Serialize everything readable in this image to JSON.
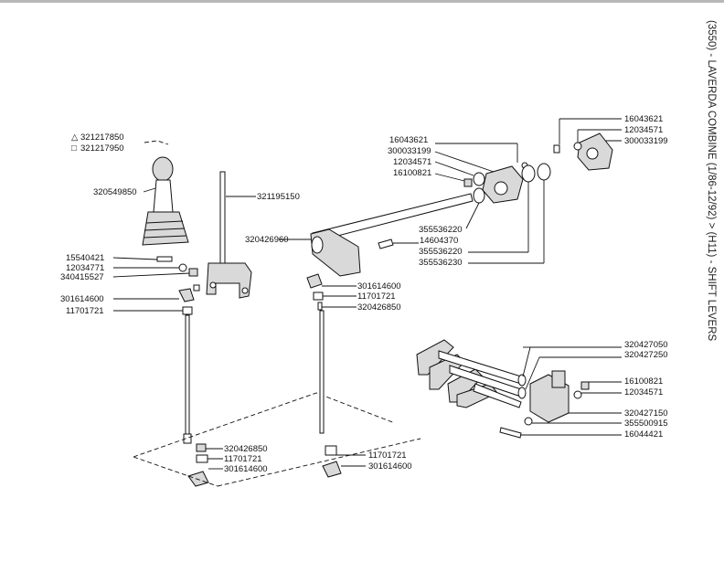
{
  "page": {
    "title": "(3550) - LAVERDA COMBINE (1/86-12/92) > (H11) - SHIFT LEVERS"
  },
  "legend": {
    "triangle_symbol": "△",
    "square_symbol": "□",
    "triangle_part": "321217850",
    "square_part": "321217950"
  },
  "parts": {
    "knob": "320549850",
    "main_lever": "321195150",
    "bolt_left": "15540421",
    "washer_left": "12034771",
    "nut_left": "340415527",
    "balljoint_left_top": "301614600",
    "nut_left_top": "11701721",
    "rod_end_left": "320426850",
    "nut_left_bottom": "11701721",
    "balljoint_left_bottom": "301614600",
    "shaft_lever": "320426960",
    "balljoint_mid_top": "301614600",
    "nut_mid_top": "11701721",
    "rod_mid": "320426850",
    "nut_mid_bottom": "11701721",
    "balljoint_mid_bottom": "301614600",
    "bolt_a": "16043621",
    "cap_a": "300033199",
    "washer_a": "12034571",
    "nut_a": "16100821",
    "bush_1": "355536220",
    "pin": "14604370",
    "bush_2": "355536220",
    "bush_3": "355536230",
    "bolt_b": "16043621",
    "washer_b": "12034571",
    "cap_b": "300033199",
    "arm_1": "320427050",
    "arm_2": "320427250",
    "nut_c": "16100821",
    "washer_c": "12034571",
    "clamp": "320427150",
    "spacer_c": "355500915",
    "bolt_c": "16044421"
  }
}
